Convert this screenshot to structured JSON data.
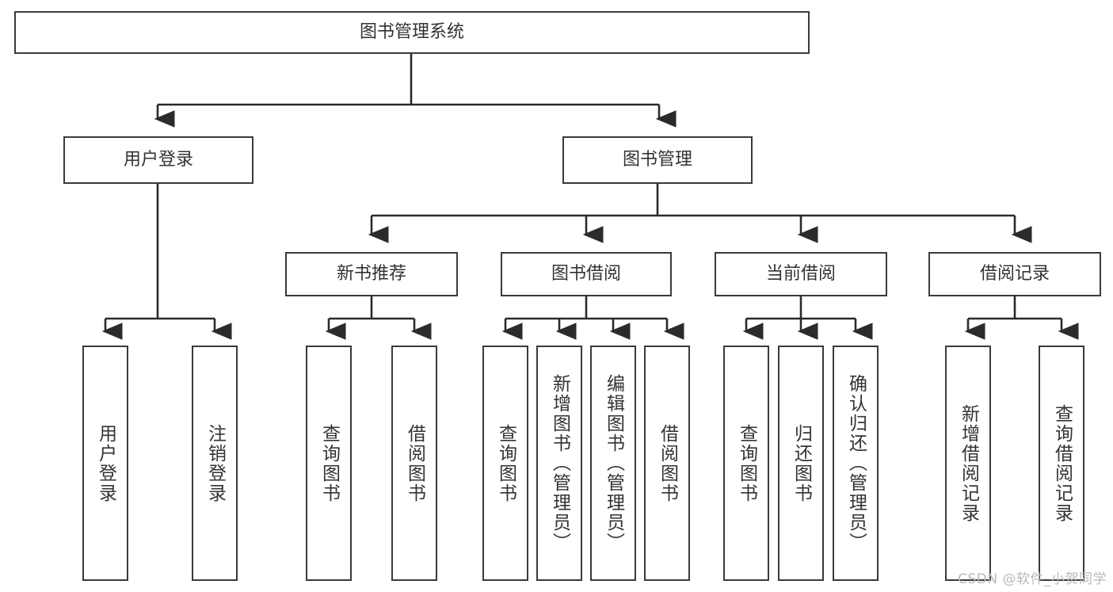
{
  "diagram": {
    "title": "图书管理系统",
    "type": "tree-hierarchy-diagram",
    "theme": {
      "background": "#ffffff",
      "box_border": "#3a3a3a",
      "box_fill": "#ffffff",
      "text_color": "#333333",
      "edge_color": "#2b2b2b",
      "watermark_color": "#b9b9b9"
    },
    "root": {
      "id": "root",
      "label": "图书管理系统"
    },
    "level2": [
      {
        "id": "user-login",
        "label": "用户登录"
      },
      {
        "id": "book-manage",
        "label": "图书管理"
      }
    ],
    "level3": [
      {
        "id": "new-book-recommend",
        "label": "新书推荐"
      },
      {
        "id": "book-borrow",
        "label": "图书借阅"
      },
      {
        "id": "current-borrow",
        "label": "当前借阅"
      },
      {
        "id": "borrow-record",
        "label": "借阅记录"
      }
    ],
    "leaves": {
      "user-login": [
        {
          "id": "leaf-user-login",
          "label": "用户登录"
        },
        {
          "id": "leaf-logout",
          "label": "注销登录"
        }
      ],
      "new-book-recommend": [
        {
          "id": "leaf-query-book-1",
          "label": "查询图书"
        },
        {
          "id": "leaf-borrow-book-1",
          "label": "借阅图书"
        }
      ],
      "book-borrow": [
        {
          "id": "leaf-query-book-2",
          "label": "查询图书"
        },
        {
          "id": "leaf-add-book",
          "label": "新增图书（管理员）"
        },
        {
          "id": "leaf-edit-book",
          "label": "编辑图书（管理员）"
        },
        {
          "id": "leaf-borrow-book-2",
          "label": "借阅图书"
        }
      ],
      "current-borrow": [
        {
          "id": "leaf-query-book-3",
          "label": "查询图书"
        },
        {
          "id": "leaf-return-book",
          "label": "归还图书"
        },
        {
          "id": "leaf-confirm-return",
          "label": "确认归还（管理员）"
        }
      ],
      "borrow-record": [
        {
          "id": "leaf-add-record",
          "label": "新增借阅记录"
        },
        {
          "id": "leaf-query-record",
          "label": "查询借阅记录"
        }
      ]
    }
  },
  "watermark": {
    "text": "CSDN @软件_小贺同学"
  }
}
